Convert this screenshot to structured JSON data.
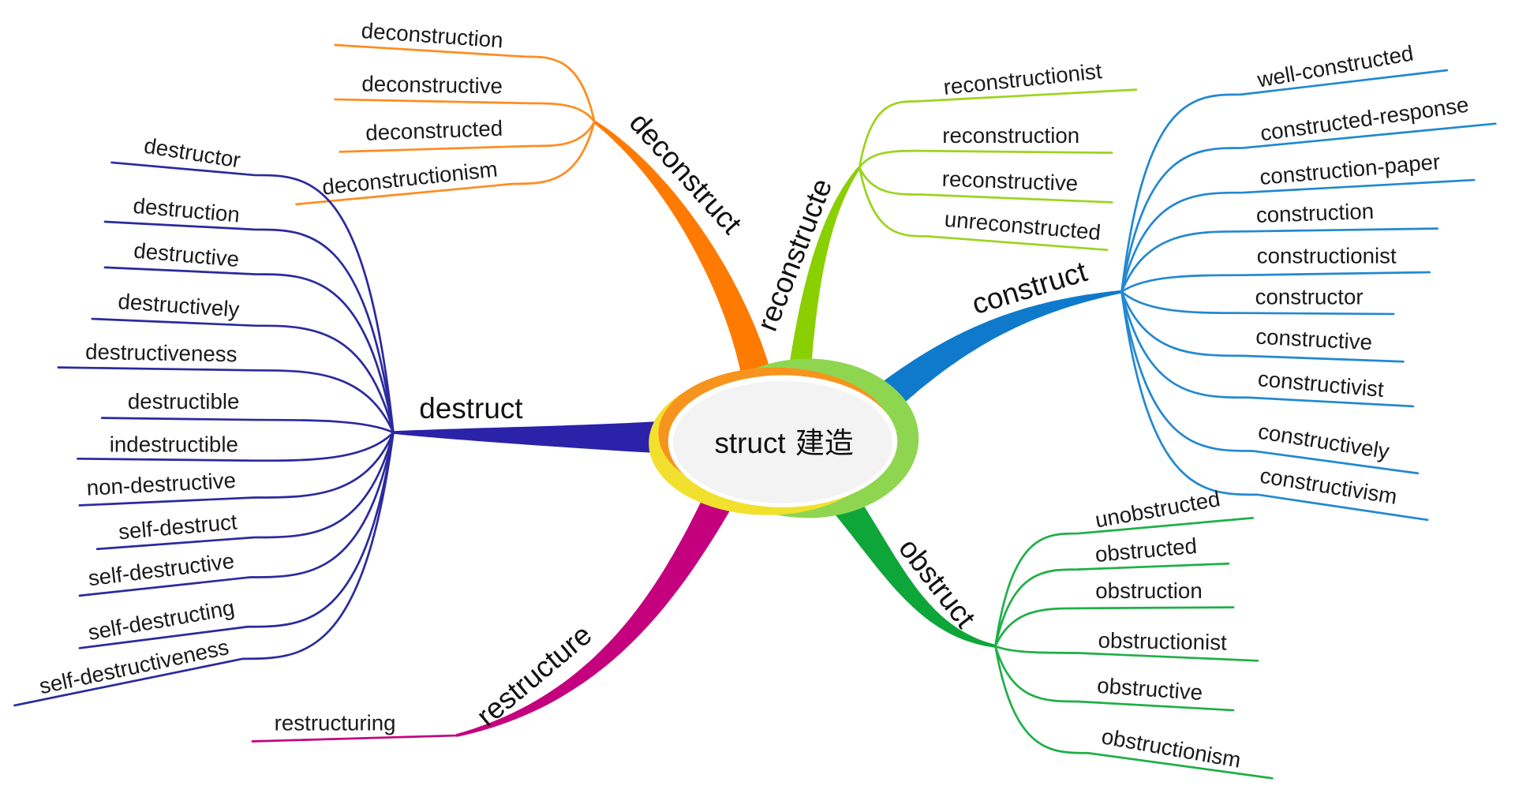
{
  "center": {
    "word": "struct",
    "meaning": "建造"
  },
  "center_colors": {
    "ring_top": "#F7941D",
    "ring_left": "#F2E02E",
    "ring_right": "#8FD650",
    "fill": "#F3F3F3"
  },
  "branches": [
    {
      "label": "deconstruct",
      "color": "#FF7A00",
      "leaf_color": "#FF8C1F",
      "leaves": [
        "deconstruction",
        "deconstructive",
        "deconstructed",
        "deconstructionism"
      ]
    },
    {
      "label": "reconstructe",
      "color": "#8ACF00",
      "leaf_color": "#9BD41F",
      "leaves": [
        "reconstructionist",
        "reconstruction",
        "reconstructive",
        "unreconstructed"
      ]
    },
    {
      "label": "construct",
      "color": "#0F7ACB",
      "leaf_color": "#2288D2",
      "leaves": [
        "well-constructed",
        "constructed-response",
        "construction-paper",
        "construction",
        "constructionist",
        "constructor",
        "constructive",
        "constructivist",
        "constructively",
        "constructivism"
      ]
    },
    {
      "label": "obstruct",
      "color": "#0EA639",
      "leaf_color": "#1FAF47",
      "leaves": [
        "unobstructed",
        "obstructed",
        "obstruction",
        "obstructionist",
        "obstructive",
        "obstructionism"
      ]
    },
    {
      "label": "restructure",
      "color": "#C4007E",
      "leaf_color": "#C4007E",
      "leaves": [
        "restructuring"
      ]
    },
    {
      "label": "destruct",
      "color": "#2A22A8",
      "leaf_color": "#2B2A9E",
      "leaves": [
        "destructor",
        "destruction",
        "destructive",
        "destructively",
        "destructiveness",
        "destructible",
        "indestructible",
        "non-destructive",
        "self-destruct",
        "self-destructive",
        "self-destructing",
        "self-destructiveness"
      ]
    }
  ]
}
